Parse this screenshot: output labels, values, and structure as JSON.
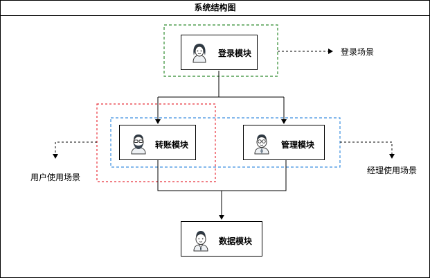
{
  "title": "系统结构图",
  "modules": {
    "login": {
      "label": "登录模块",
      "avatar_icon": "woman-avatar-icon"
    },
    "transfer": {
      "label": "转账模块",
      "avatar_icon": "bearded-man-avatar-icon"
    },
    "manage": {
      "label": "管理模块",
      "avatar_icon": "man-with-glasses-avatar-icon"
    },
    "data": {
      "label": "数据模块",
      "avatar_icon": "man-in-suit-avatar-icon"
    }
  },
  "scenarios": {
    "login": "登录场景",
    "user": "用户使用场景",
    "manager": "经理使用场景"
  },
  "colors": {
    "login_group": "#2e8b2e",
    "user_group": "#e8303a",
    "manager_group": "#3a8ee0",
    "line": "#000000"
  }
}
